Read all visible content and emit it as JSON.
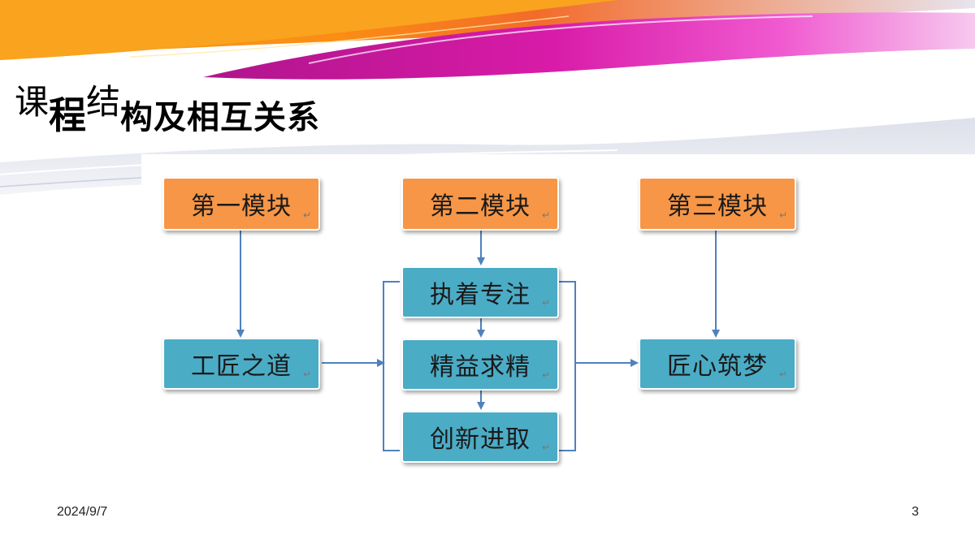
{
  "slide": {
    "title_parts": [
      "课",
      "程",
      "结",
      "构及相互关系"
    ],
    "date": "2024/9/7",
    "page_number": "3"
  },
  "diagram": {
    "modules": [
      "第一模块",
      "第二模块",
      "第三模块"
    ],
    "module1_child": "工匠之道",
    "module2_children": [
      "执着专注",
      "精益求精",
      "创新进取"
    ],
    "module3_child": "匠心筑梦",
    "return_mark": "↵"
  },
  "colors": {
    "module_fill": "#f79646",
    "topic_fill": "#4bacc6",
    "connector": "#4f81bd"
  }
}
